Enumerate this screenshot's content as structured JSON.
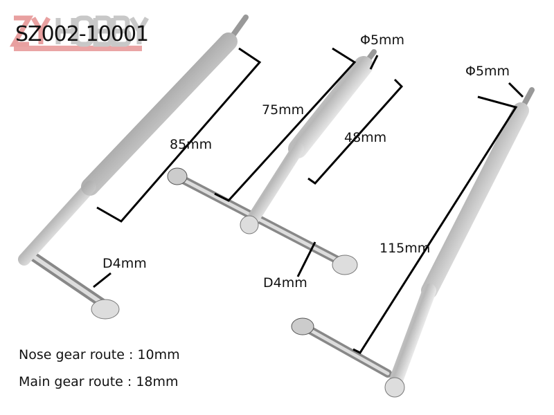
{
  "logo": {
    "watermark": "ZY HOBBY",
    "code": "SZ002-10001",
    "colors": {
      "zy": "#e8a0a0",
      "hobby": "#c8c8c8"
    }
  },
  "dimensions": {
    "strut1_length": "85mm",
    "strut1_axle": "D4mm",
    "strut2_total": "75mm",
    "strut2_tube": "48mm",
    "strut2_pin": "Φ5mm",
    "strut2_axle": "D4mm",
    "strut3_length": "115mm",
    "strut3_pin": "Φ5mm"
  },
  "notes": {
    "nose": "Nose gear route : 10mm",
    "main": "Main gear route : 18mm"
  }
}
